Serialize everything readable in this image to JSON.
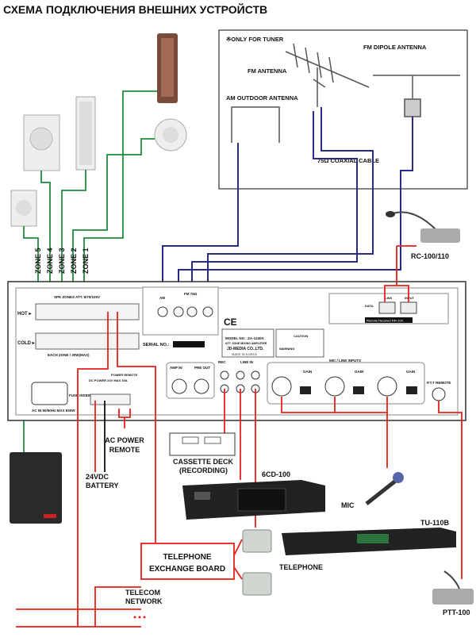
{
  "title": "СХЕМА ПОДКЛЮЧЕНИЯ ВНЕШНИХ УСТРОЙСТВ",
  "antenna": {
    "only_tuner": "※ONLY FOR TUNER",
    "fm_antenna": "FM ANTENNA",
    "fm_dipole": "FM DIPOLE ANTENNA",
    "am_outdoor": "AM OUTDOOR ANTENNA",
    "coax": "75Ω COAXIAL CABLE"
  },
  "zones": [
    "ZONE 5",
    "ZONE 4",
    "ZONE 3",
    "ZONE 2",
    "ZONE 1"
  ],
  "panel": {
    "hot": "HOT ▸",
    "cold": "COLD ▸",
    "spk_zones": "SPK ZONES ATT. 8/70/100V",
    "each_zone": "EACH ZONE / 30W(MAX)",
    "serial": "SERIAL NO.:",
    "model": "MODEL NO.: ZA-1240A",
    "model_sub": "ATT. ZONE MIXING AMPLIFIER",
    "maker": "JD-MEDIA CO.,LTD.",
    "made_in": "MADE IN KOREA",
    "caution": "CAUTION",
    "warning": "WARNING",
    "amp_in": "AMP IN",
    "pre_out": "PRE OUT",
    "rec": "REC",
    "line_in": "LINE IN",
    "mic_line": "MIC / LINE INPUTS",
    "gain": "GAIN",
    "fm": "FM 75Ω",
    "am": "AM",
    "remote_receiver": "Remote Receiver RR-100",
    "link": "LINK",
    "input": "INPUT",
    "data": "DATA",
    "ac_in": "AC IN 50/60Hz MAX 830W",
    "fuse": "FUSE INSIDE",
    "dc_power": "DC POWER 24V MAX 30A",
    "power_remote": "POWER REMOTE",
    "ptt": "P.T.T REMOTE",
    "ce": "CE"
  },
  "labels": {
    "rc": "RC-100/110",
    "ac_power_remote": "AC POWER REMOTE",
    "battery": "24VDC BATTERY",
    "cassette": "CASSETTE DECK",
    "recording": "(RECORDING)",
    "cd": "6CD-100",
    "mic": "MIC",
    "tuner": "TU-110B",
    "exchange": "TELEPHONE EXCHANGE BOARD",
    "exchange_l1": "TELEPHONE",
    "exchange_l2": "EXCHANGE BOARD",
    "telephone": "TELEPHONE",
    "telecom_l1": "TELECOM",
    "telecom_l2": "NETWORK",
    "ptt": "PTT-100"
  },
  "colors": {
    "speaker_wire": "#1e8a3c",
    "signal_wire": "#e8201a",
    "antenna_wire": "#2a2a8c",
    "battery_wire": "#111111"
  }
}
